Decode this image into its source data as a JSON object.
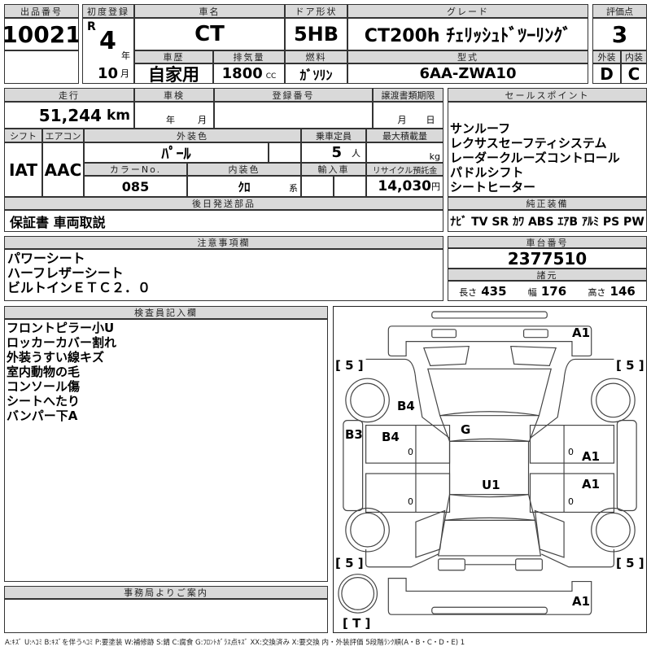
{
  "lot": {
    "label": "出品番号",
    "value": "10021"
  },
  "first_reg": {
    "label": "初度登録",
    "era": "R",
    "year": "4",
    "year_unit": "年",
    "month": "10",
    "month_unit": "月"
  },
  "car_name": {
    "label": "車名",
    "value": "CT"
  },
  "door": {
    "label": "ドア形状",
    "value": "5HB"
  },
  "grade": {
    "label": "グレード",
    "value": "CT200h ﾁｪﾘｯｼｭﾄﾞﾂｰﾘﾝｸﾞ"
  },
  "history": {
    "label": "車歴",
    "value": "自家用"
  },
  "displacement": {
    "label": "排気量",
    "value": "1800",
    "unit": "CC"
  },
  "fuel": {
    "label": "燃料",
    "value": "ｶﾞｿﾘﾝ"
  },
  "model": {
    "label": "型式",
    "value": "6AA-ZWA10"
  },
  "score": {
    "label": "評価点",
    "value": "3",
    "ext_label": "外装",
    "int_label": "内装",
    "ext": "D",
    "int": "C"
  },
  "mileage": {
    "label": "走行",
    "value": "51,244",
    "unit": "km"
  },
  "inspection": {
    "label": "車検",
    "year_unit": "年",
    "month_unit": "月"
  },
  "reg_no": {
    "label": "登録番号"
  },
  "transfer": {
    "label": "譲渡書類期限",
    "month_unit": "月",
    "day_unit": "日"
  },
  "shift": {
    "label": "シフト",
    "value": "IAT"
  },
  "aircon": {
    "label": "エアコン",
    "value": "AAC"
  },
  "ext_color": {
    "label": "外装色",
    "value": "ﾊﾟｰﾙ"
  },
  "capacity": {
    "label": "乗車定員",
    "value": "5",
    "unit": "人"
  },
  "max_load": {
    "label": "最大積載量",
    "unit": "kg"
  },
  "color_no": {
    "label": "カラーNo.",
    "value": "085"
  },
  "int_color": {
    "label": "内装色",
    "value": "ｸﾛ",
    "unit": "系"
  },
  "import": {
    "label": "輸入車"
  },
  "recycle": {
    "label": "リサイクル預託金",
    "value": "14,030",
    "unit": "円"
  },
  "later_parts": {
    "label": "後日発送部品",
    "value": "保証書 車両取説"
  },
  "sales_points": {
    "label": "セールスポイント",
    "items": [
      "サンルーフ",
      "レクサスセーフティシステム",
      "レーダークルーズコントロール",
      "パドルシフト",
      "シートヒーター"
    ]
  },
  "equipment": {
    "label": "純正装備",
    "value": "ﾅﾋﾞ TV SR ｶﾜ ABS ｴｱB ｱﾙﾐ PS PW"
  },
  "notes": {
    "label": "注意事項欄",
    "items": [
      "パワーシート",
      "ハーフレザーシート",
      "ビルトインＥＴＣ２．０"
    ]
  },
  "chassis": {
    "label": "車台番号",
    "value": "2377510"
  },
  "specs": {
    "label": "諸元",
    "length_label": "長さ",
    "length": "435",
    "width_label": "幅",
    "width": "176",
    "height_label": "高さ",
    "height": "146"
  },
  "inspector": {
    "label": "検査員記入欄",
    "items": [
      "フロントピラー小U",
      "ロッカーカバー割れ",
      "外装うすい線キズ",
      "室内動物の毛",
      "コンソール傷",
      "シートへたり",
      "バンパー下A"
    ]
  },
  "office": {
    "label": "事務局よりご案内"
  },
  "diagram": {
    "marks": [
      "A1",
      "[ 5 ]",
      "[ 5 ]",
      "B4",
      "G",
      "B3",
      "B4",
      "A1",
      "U1",
      "A1",
      "[ 5 ]",
      "[ 5 ]",
      "A1",
      "[ T ]"
    ],
    "zeros": [
      "0",
      "0",
      "0",
      "0"
    ]
  },
  "legend": "A:ｷｽﾞ U:ﾍｺﾐ B:ｷｽﾞを伴うﾍｺﾐ P:要塗装 W:補修跡 S:錆 C:腐食 G:ﾌﾛﾝﾄｶﾞﾗｽ点ｷｽﾞ XX:交換済み X:要交換 内・外装評価 5段階ﾗﾝｸ順(A・B・C・D・E) 1"
}
